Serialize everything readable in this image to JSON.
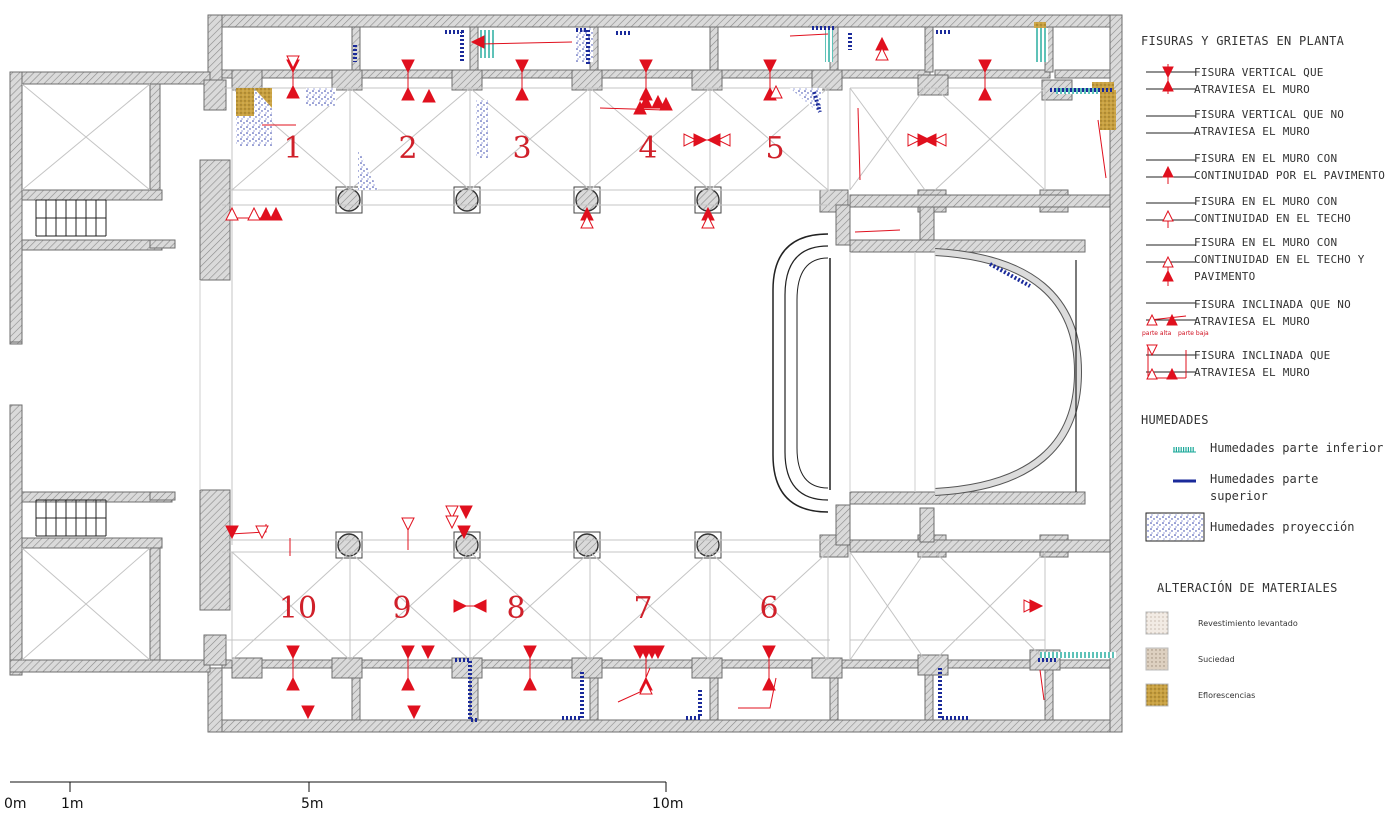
{
  "plan": {
    "bays_top": [
      "1",
      "2",
      "3",
      "4",
      "5"
    ],
    "bays_bottom": [
      "10",
      "9",
      "8",
      "7",
      "6"
    ]
  },
  "scale": {
    "labels": [
      "0m",
      "1m",
      "5m",
      "10m"
    ]
  },
  "legend": {
    "cracks_title": "FISURAS Y GRIETAS EN PLANTA",
    "cracks": [
      {
        "line1": "FISURA VERTICAL QUE",
        "line2": "ATRAVIESA EL MURO",
        "line3": ""
      },
      {
        "line1": "FISURA VERTICAL QUE NO",
        "line2": "ATRAVIESA EL MURO",
        "line3": ""
      },
      {
        "line1": "FISURA EN EL MURO CON",
        "line2": "CONTINUIDAD POR EL PAVIMENTO",
        "line3": ""
      },
      {
        "line1": "FISURA EN EL MURO CON",
        "line2": "CONTINUIDAD EN EL TECHO",
        "line3": ""
      },
      {
        "line1": "FISURA EN EL MURO CON",
        "line2": "CONTINUIDAD EN EL TECHO Y",
        "line3": "PAVIMENTO"
      },
      {
        "line1": "FISURA INCLINADA QUE NO",
        "line2": "ATRAVIESA EL MURO",
        "line3": ""
      },
      {
        "line1": "FISURA INCLINADA QUE",
        "line2": "ATRAVIESA EL MURO",
        "line3": ""
      }
    ],
    "inclined_tags": [
      "parte alta",
      "parte baja"
    ],
    "humidity_title": "HUMEDADES",
    "humidity": [
      {
        "label": "Humedades parte inferior",
        "color": "#1aa89a"
      },
      {
        "label": "Humedades parte superior",
        "color": "#1a2a9a"
      },
      {
        "label": "Humedades proyección",
        "color": "#2a3aa8"
      }
    ],
    "materials_title": "ALTERACIÓN DE MATERIALES",
    "materials": [
      {
        "label": "Revestimiento levantado",
        "color": "#e8dcd0"
      },
      {
        "label": "Suciedad",
        "color": "#d8cbbb"
      },
      {
        "label": "Eflorescencias",
        "color": "#c8a040"
      }
    ]
  },
  "colors": {
    "crack": "#e0101e",
    "wall_fill": "#c8c8c8",
    "wall_stroke": "#6e6e6e",
    "ceiling": "#c4c4c4",
    "hum_low": "#1aa89a",
    "hum_high": "#1a2a9a"
  }
}
